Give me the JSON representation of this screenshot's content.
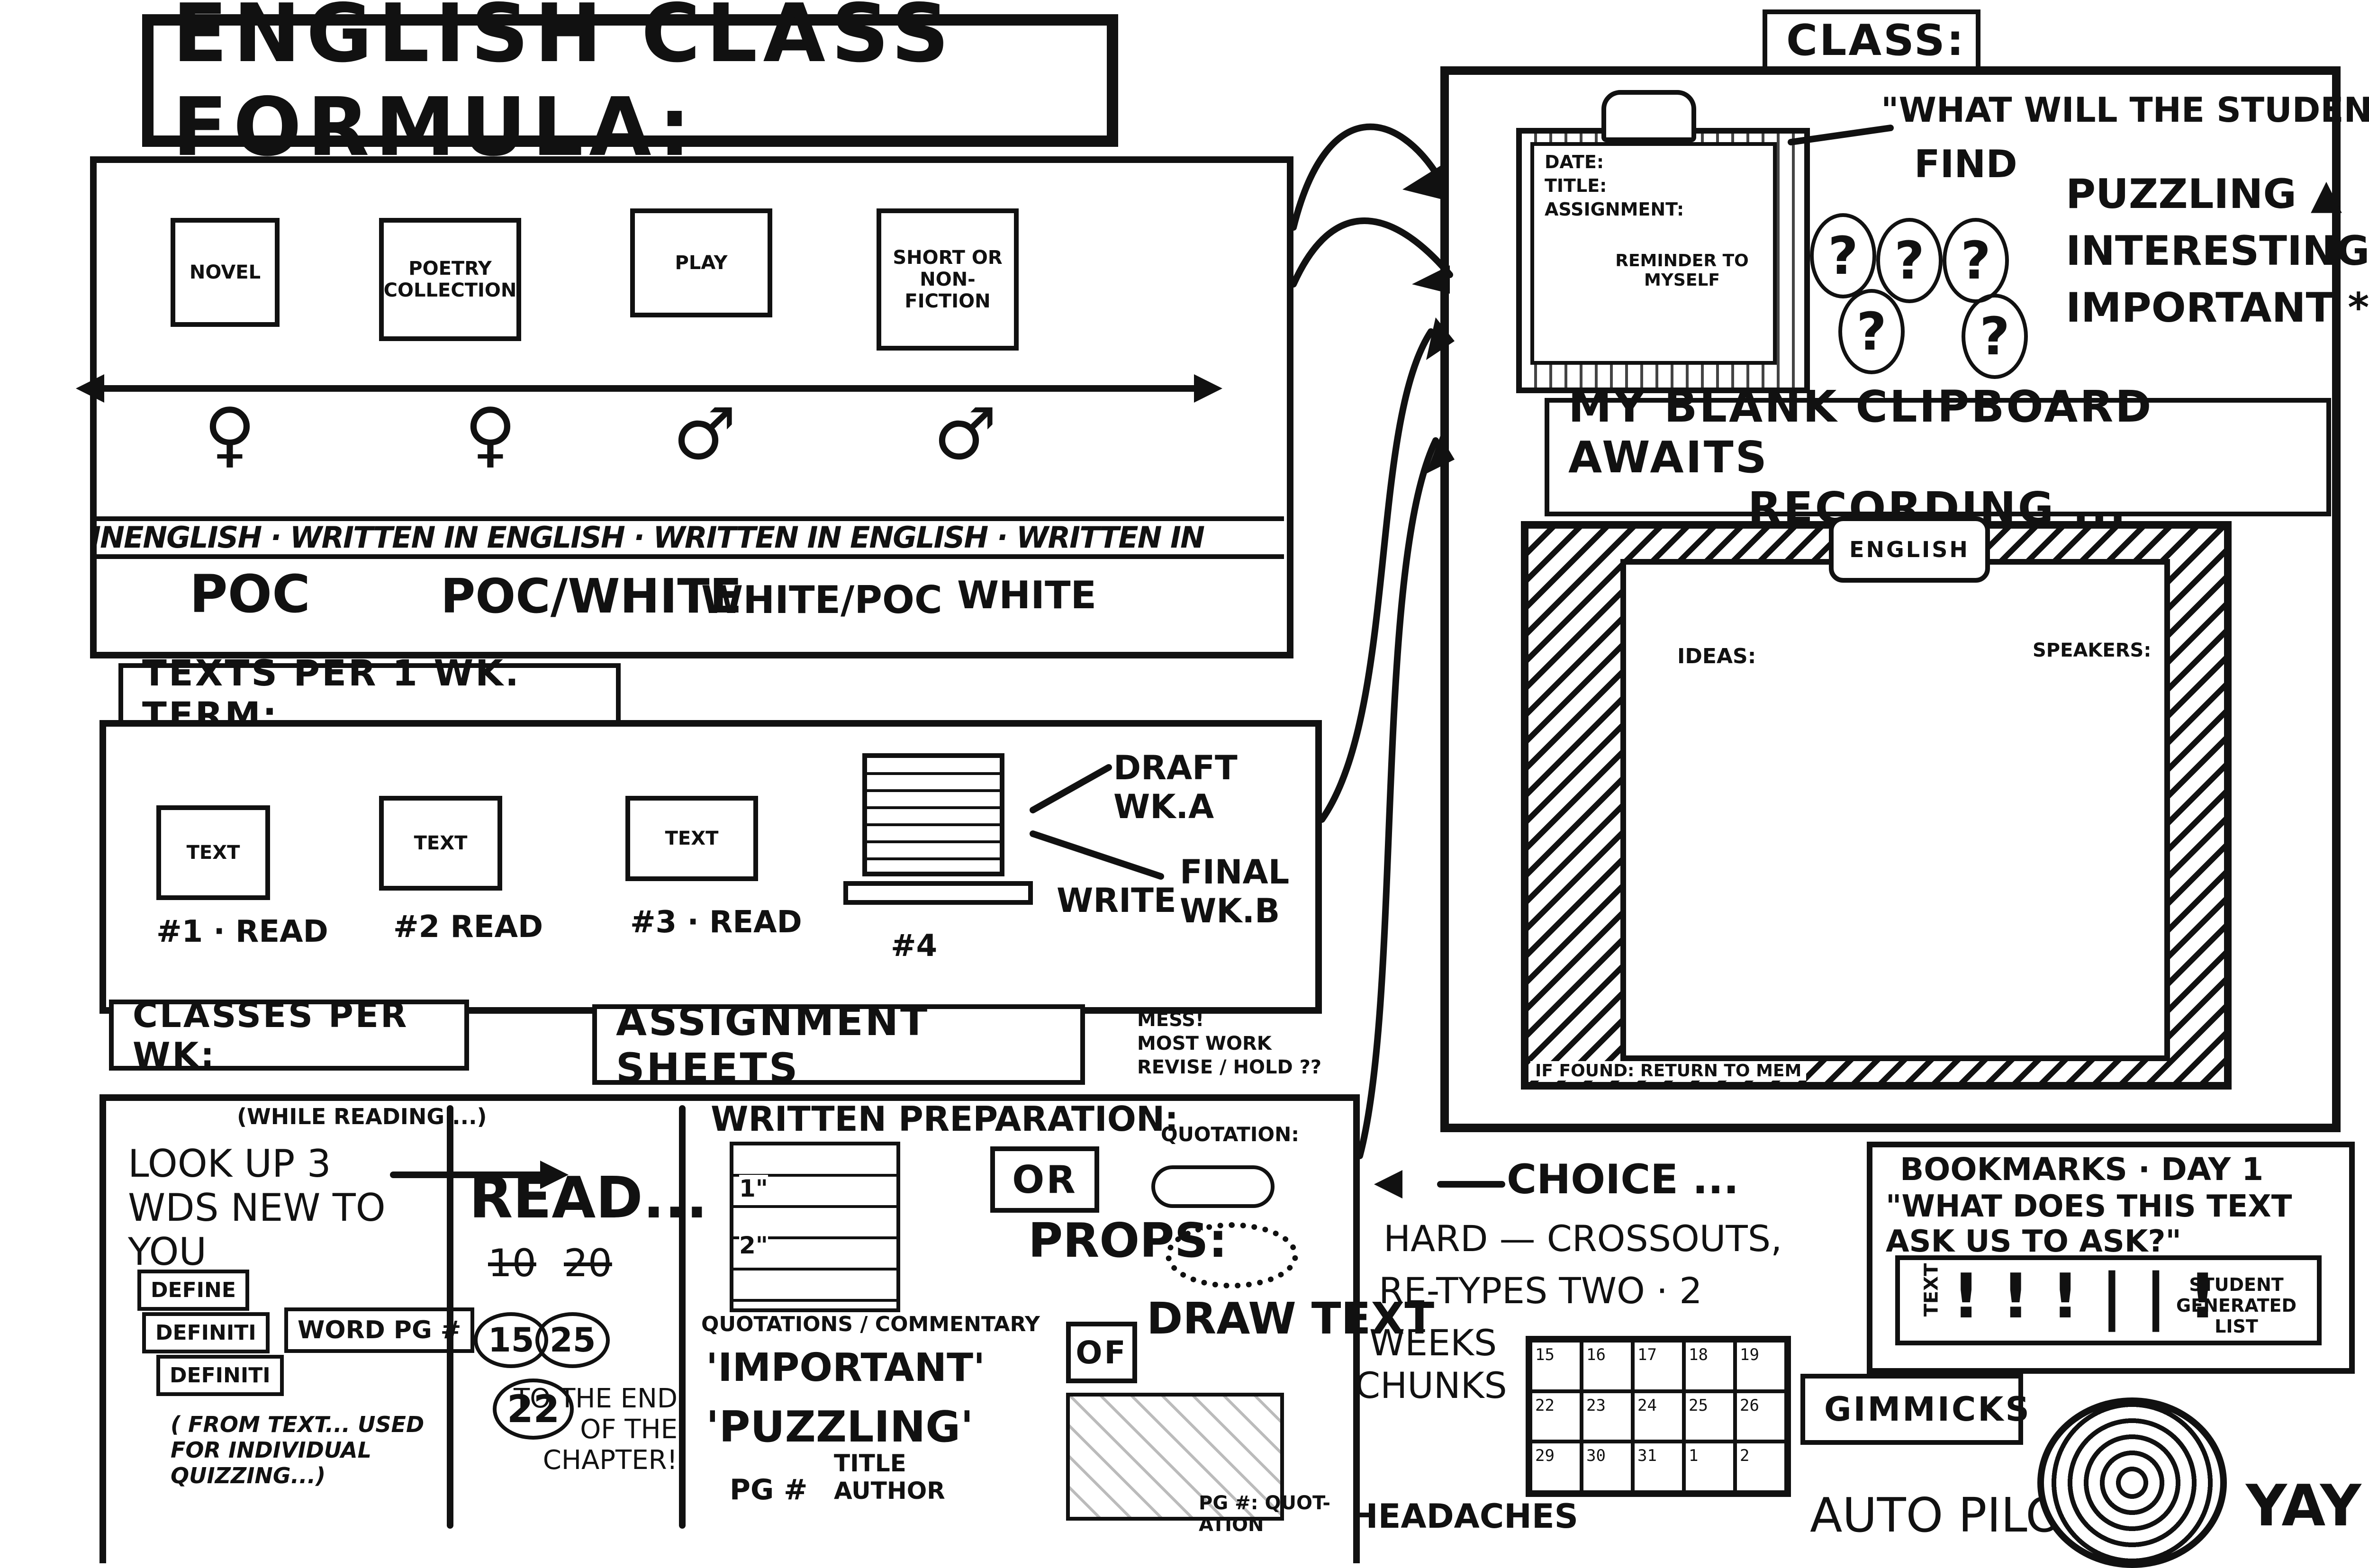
{
  "title": "ENGLISH CLASS FORMULA:",
  "text_types": [
    "NOVEL",
    "POETRY COLLECTION",
    "PLAY",
    "SHORT OR NON-FICTION"
  ],
  "gender_symbols": [
    "♀",
    "♀",
    "♂",
    "♂"
  ],
  "strip_text": "INENGLISH · WRITTEN IN ENGLISH · WRITTEN IN ENGLISH · WRITTEN IN",
  "authors": [
    "POC",
    "POC/WHITE",
    "WHITE/POC",
    "WHITE"
  ],
  "texts_per_term": {
    "label": "TEXTS PER 1 WK. TERM:",
    "texts": [
      {
        "book": "TEXT",
        "caption": "#1 · READ"
      },
      {
        "book": "TEXT",
        "caption": "#2 READ"
      },
      {
        "book": "TEXT",
        "caption": "#3 · READ"
      }
    ],
    "laptop_caption": "#4",
    "write": "WRITE",
    "draft": "DRAFT WK.A",
    "final": "FINAL WK.B"
  },
  "classes_per_wk": "CLASSES PER WK:",
  "assignment_sheets": {
    "label": "ASSIGNMENT SHEETS",
    "notes": [
      "MESS!",
      "MOST WORK",
      "REVISE / HOLD ??"
    ]
  },
  "lookup": {
    "note": "(WHILE READING ...)",
    "main": "LOOK UP 3 WDS NEW TO YOU",
    "cards": [
      "DEFINE",
      "DEFINITI",
      "DEFINITI"
    ],
    "word_card": "WORD PG #",
    "from_text": "( FROM TEXT... USED FOR INDIVIDUAL QUIZZING...)"
  },
  "read": {
    "label": "READ...",
    "old_numbers": [
      "10",
      "20"
    ],
    "new_numbers": [
      "15",
      "25"
    ],
    "last": "22",
    "note": "TO THE END OF THE CHAPTER!"
  },
  "written_prep": {
    "label": "WRITTEN PREPARATION:",
    "list_items": [
      "1\"",
      "2\""
    ],
    "quotations": "QUOTATIONS / COMMENTARY",
    "important": "'IMPORTANT'",
    "puzzling": "'PUZZLING'",
    "pg": "PG #",
    "title_author": "TITLE AUTHOR",
    "or": "OR",
    "props": "PROPS:",
    "quotation": "QUOTATION:",
    "of": "OF",
    "draw": "DRAW TEXT",
    "pg_quotation": "PG #: QUOT- ATION"
  },
  "class_panel": {
    "label": "CLASS:",
    "clipboard_lines": [
      "DATE:",
      "TITLE:",
      "ASSIGNMENT:"
    ],
    "reminder": "REMINDER TO MYSELF",
    "question_line1": "\"WHAT WILL THE STUDENTS",
    "question_line2": "FIND",
    "qualities": [
      "PUZZLING ▲",
      "INTERESTING!!",
      "IMPORTANT *"
    ],
    "question_marks": [
      "?",
      "?",
      "?",
      "?",
      "?"
    ],
    "blank_line1": "MY BLANK CLIPBOARD AWAITS",
    "blank_line2": "RECORDING ...",
    "clip_label": "ENGLISH",
    "ideas": "IDEAS:",
    "speakers": "SPEAKERS:",
    "footer": "IF FOUND: RETURN TO MEM"
  },
  "choice": {
    "label": "CHOICE ...",
    "lines": [
      "HARD — CROSSOUTS,",
      "RE-TYPES  TWO · 2",
      "WEEKS",
      "CHUNKS"
    ],
    "calendar": [
      [
        "15",
        "16",
        "17",
        "18",
        "19"
      ],
      [
        "22",
        "23",
        "24",
        "25",
        "26"
      ],
      [
        "29",
        "30",
        "31",
        "1",
        "2"
      ]
    ],
    "headaches": "HEADACHES"
  },
  "bookmarks": {
    "label": "BOOKMARKS · DAY 1",
    "question": "\"WHAT DOES THIS TEXT ASK US TO ASK?\"",
    "tab": "TEXT",
    "marks": "! ! ! | | !",
    "note": "STUDENT GENERATED LIST"
  },
  "gimmicks": "GIMMICKS",
  "autopilot": "AUTO PILOT →",
  "yay": "YAY!!"
}
